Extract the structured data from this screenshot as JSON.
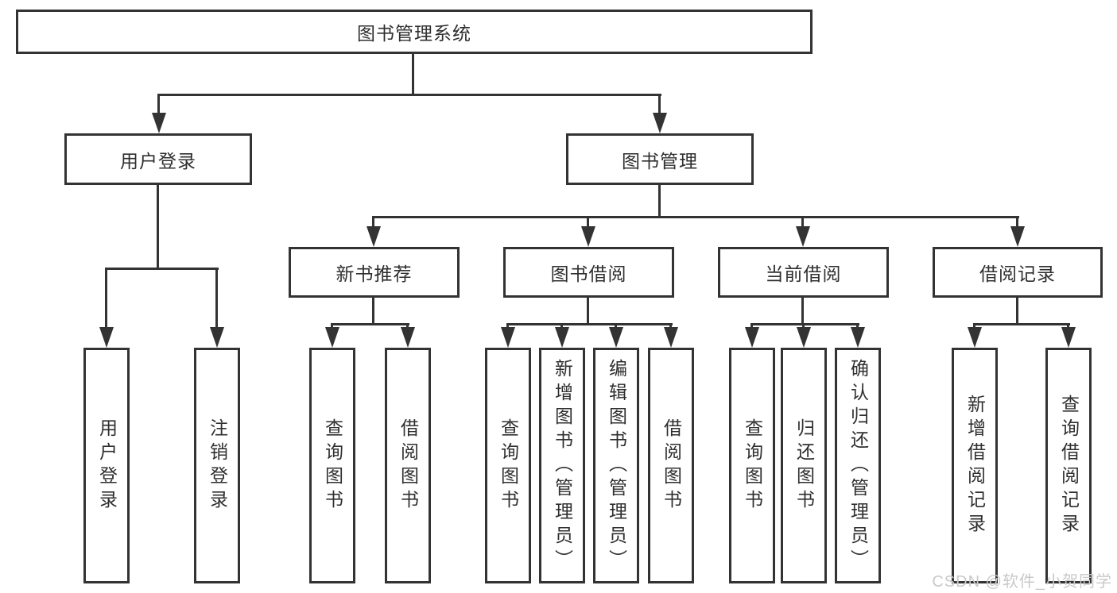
{
  "diagram": {
    "root": {
      "label": "图书管理系统"
    },
    "branches": {
      "user_login": {
        "label": "用户登录",
        "children": {
          "login": "用户登录",
          "logout": "注销登录"
        }
      },
      "book_mgmt": {
        "label": "图书管理",
        "children": {
          "new_book_rec": {
            "label": "新书推荐",
            "children": {
              "query_books": "查询图书",
              "borrow_books": "借阅图书"
            }
          },
          "book_borrow": {
            "label": "图书借阅",
            "children": {
              "query_books": "查询图书",
              "add_books": "新增图书（管理员）",
              "edit_books": "编辑图书（管理员）",
              "borrow_books": "借阅图书"
            }
          },
          "current_borrow": {
            "label": "当前借阅",
            "children": {
              "query_books": "查询图书",
              "return_books": "归还图书",
              "confirm_return": "确认归还（管理员）"
            }
          },
          "borrow_records": {
            "label": "借阅记录",
            "children": {
              "add_record": "新增借阅记录",
              "query_record": "查询借阅记录"
            }
          }
        }
      }
    }
  },
  "watermark": {
    "text": "CSDN @软件_小贺同学"
  },
  "colors": {
    "line": "#333333",
    "text": "#2f2f2f",
    "background": "#ffffff",
    "watermark": "#c9c9c9"
  }
}
